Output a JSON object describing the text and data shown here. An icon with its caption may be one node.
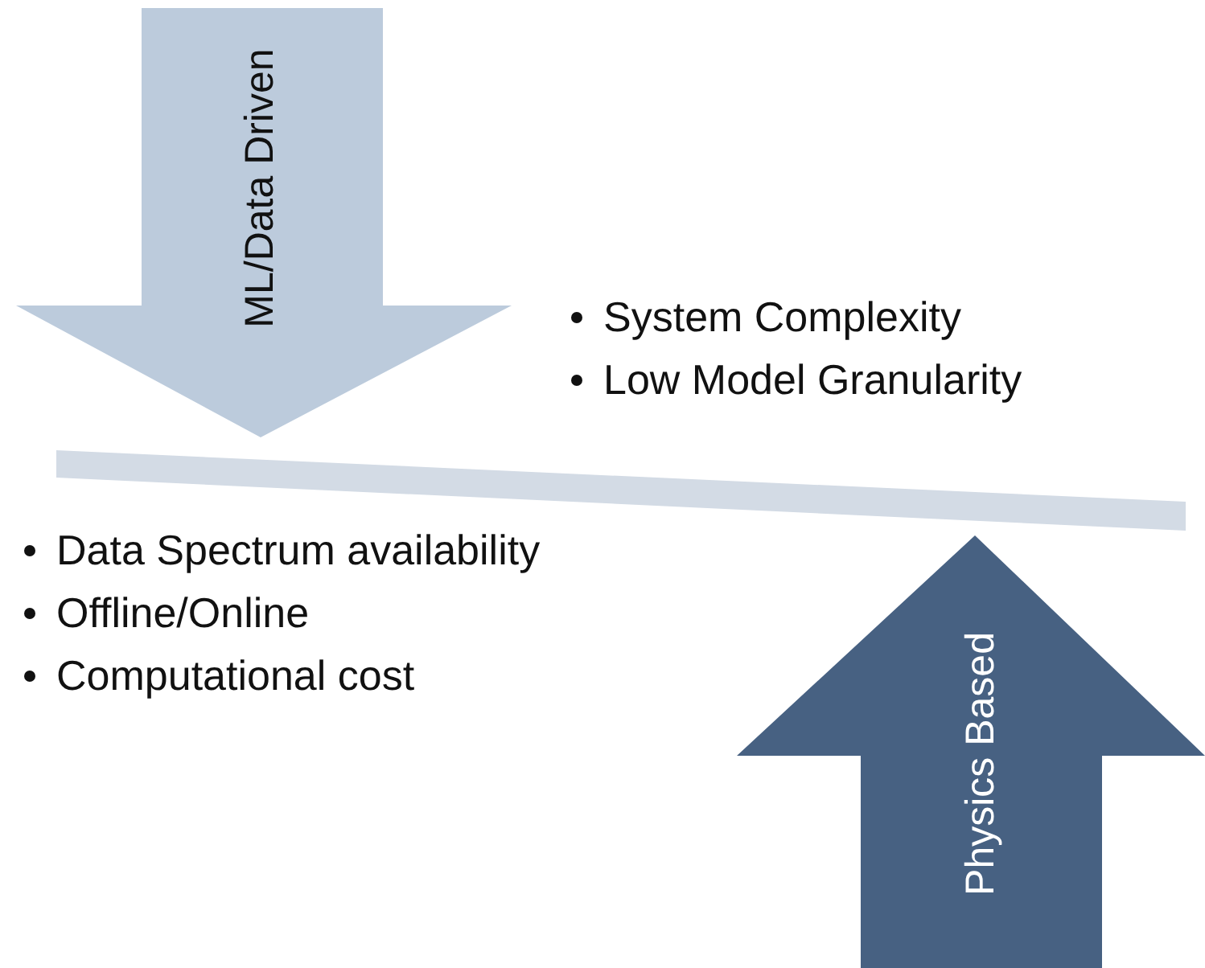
{
  "diagram": {
    "nodes": [
      {
        "text": [
          "ML/Data Driven"
        ]
      },
      {
        "text": [],
        "shape": "bar"
      },
      {
        "text": [
          "Physics Based"
        ]
      }
    ],
    "edges": [],
    "labels": [
      "System Complexity",
      "Low Model Granularity",
      "Data Spectrum availability",
      "Offline/Online",
      "Computational cost"
    ]
  }
}
